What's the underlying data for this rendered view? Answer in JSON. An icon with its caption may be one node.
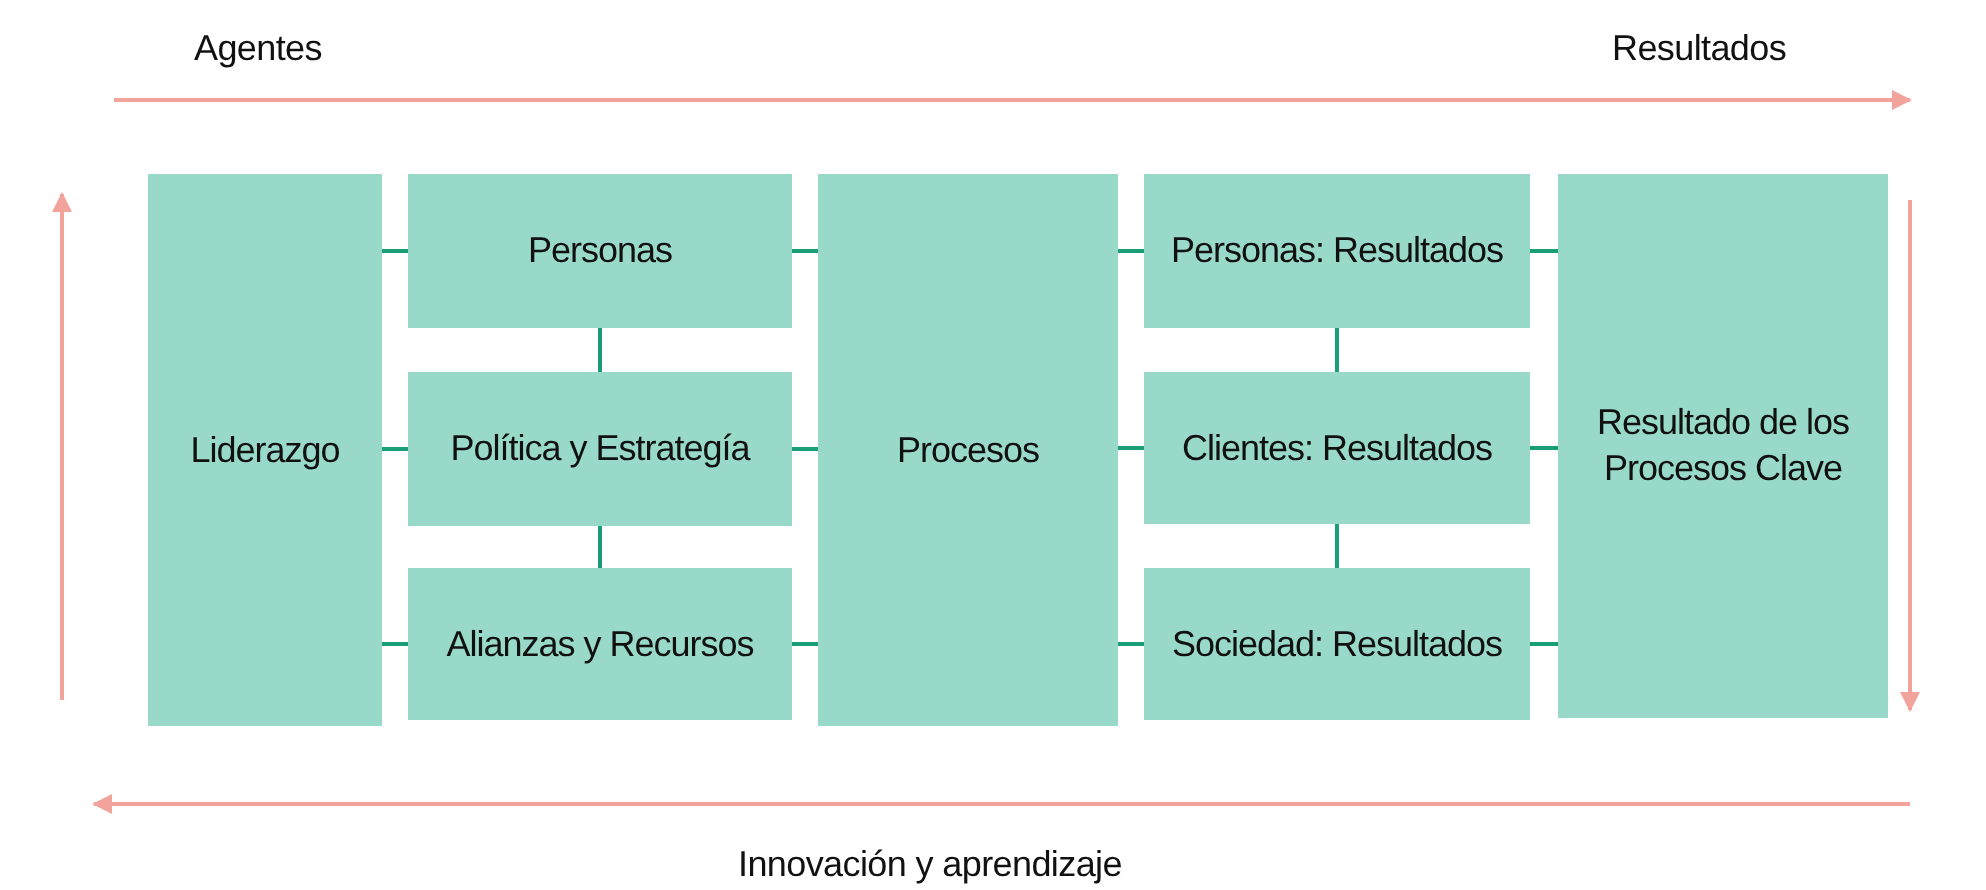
{
  "diagram": {
    "nodes": [
      {
        "text": [
          "Liderazgo"
        ]
      },
      {
        "text": [
          "Personas"
        ]
      },
      {
        "text": [
          "Política y Estrategía"
        ]
      },
      {
        "text": [
          "Alianzas y Recursos"
        ]
      },
      {
        "text": [
          "Procesos"
        ]
      },
      {
        "text": [
          "Personas: Resultados"
        ]
      },
      {
        "text": [
          "Clientes: Resultados"
        ]
      },
      {
        "text": [
          "Sociedad: Resultados"
        ]
      },
      {
        "text": [
          "Resultado de los Procesos Clave"
        ]
      }
    ],
    "edges": [
      {
        "from": 0,
        "to": 1,
        "arrow": "none"
      },
      {
        "from": 0,
        "to": 2,
        "arrow": "none"
      },
      {
        "from": 0,
        "to": 3,
        "arrow": "none"
      },
      {
        "from": 1,
        "to": 2,
        "arrow": "none"
      },
      {
        "from": 2,
        "to": 3,
        "arrow": "none"
      },
      {
        "from": 1,
        "to": 4,
        "arrow": "none"
      },
      {
        "from": 2,
        "to": 4,
        "arrow": "none"
      },
      {
        "from": 3,
        "to": 4,
        "arrow": "none"
      },
      {
        "from": 4,
        "to": 5,
        "arrow": "none"
      },
      {
        "from": 4,
        "to": 6,
        "arrow": "none"
      },
      {
        "from": 4,
        "to": 7,
        "arrow": "none"
      },
      {
        "from": 5,
        "to": 6,
        "arrow": "none"
      },
      {
        "from": 6,
        "to": 7,
        "arrow": "none"
      },
      {
        "from": 5,
        "to": 8,
        "arrow": "none"
      },
      {
        "from": 6,
        "to": 8,
        "arrow": "none"
      },
      {
        "from": 7,
        "to": 8,
        "arrow": "none"
      }
    ],
    "labels": [
      "Agentes",
      "Resultados",
      "Innovación y aprendizaje"
    ]
  }
}
